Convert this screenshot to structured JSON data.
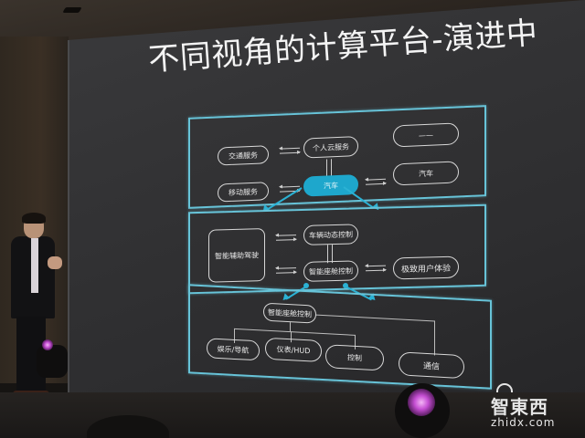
{
  "slide": {
    "title": "不同视角的计算平台-演进中",
    "accent_color": "#2bb2d4",
    "panel_top": {
      "nodes": {
        "traffic_service": "交通服务",
        "personal_cloud": "个人云服务",
        "blank": "——",
        "mobile_service": "移动服务",
        "car_center": "汽车",
        "car_right": "汽车"
      }
    },
    "panel_middle": {
      "nodes": {
        "adas": "智能辅助驾驶",
        "vehicle_dynamics": "车辆动态控制",
        "cockpit_control": "智能座舱控制",
        "user_experience": "极致用户体验"
      }
    },
    "panel_bottom": {
      "root": "智能座舱控制",
      "children": [
        "娱乐/导航",
        "仪表/HUD",
        "控制",
        "通信"
      ]
    }
  },
  "watermark": {
    "logo": "智東西",
    "url": "zhidx.com"
  }
}
